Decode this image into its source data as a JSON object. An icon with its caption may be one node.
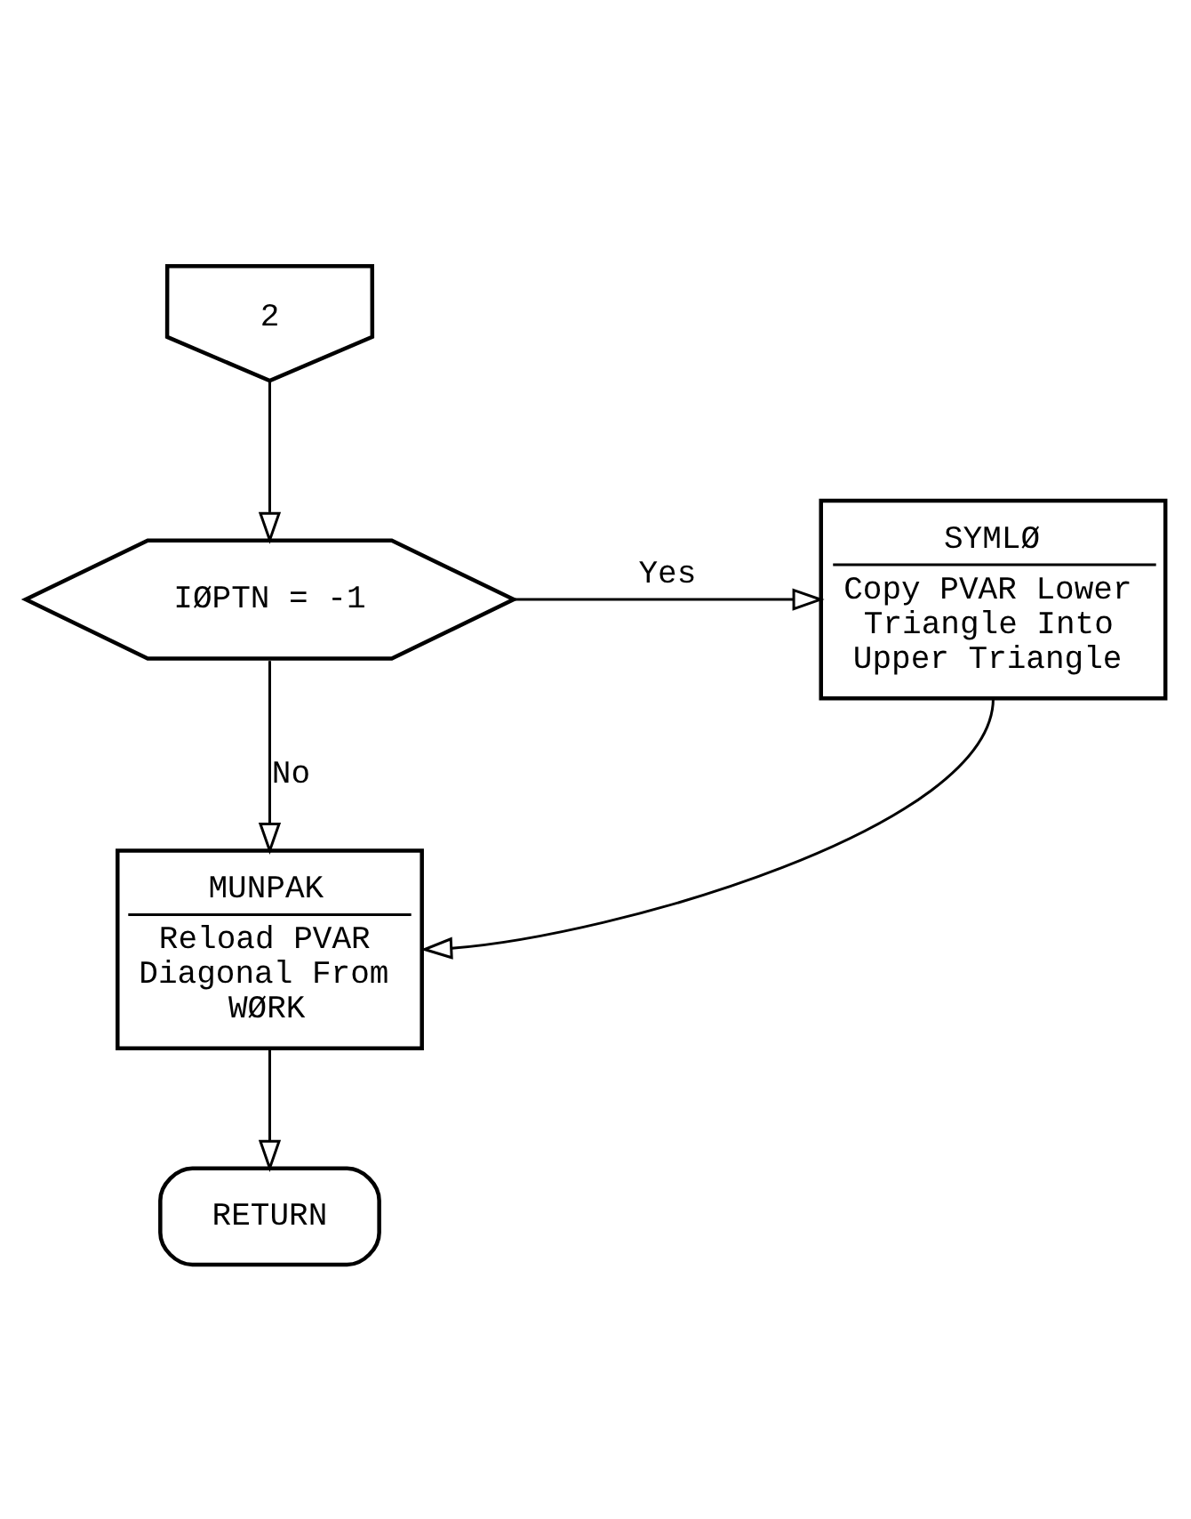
{
  "diagram": {
    "nodes": [
      {
        "text": [
          "2"
        ]
      },
      {
        "text": [
          "IØPTN = -1"
        ]
      },
      {
        "text": [
          "SYMLØ",
          "Copy PVAR Lower Triangle Into Upper Triangle"
        ]
      },
      {
        "text": [
          "MUNPAK",
          "Reload PVAR Diagonal From WØRK"
        ]
      },
      {
        "text": [
          "RETURN"
        ]
      }
    ],
    "edges": [
      {
        "from": 0,
        "to": 1,
        "arrow": "to"
      },
      {
        "from": 1,
        "to": 2,
        "arrow": "to",
        "label": "Yes"
      },
      {
        "from": 1,
        "to": 3,
        "arrow": "to",
        "label": "No"
      },
      {
        "from": 2,
        "to": 3,
        "arrow": "to"
      },
      {
        "from": 3,
        "to": 4,
        "arrow": "to"
      }
    ]
  }
}
